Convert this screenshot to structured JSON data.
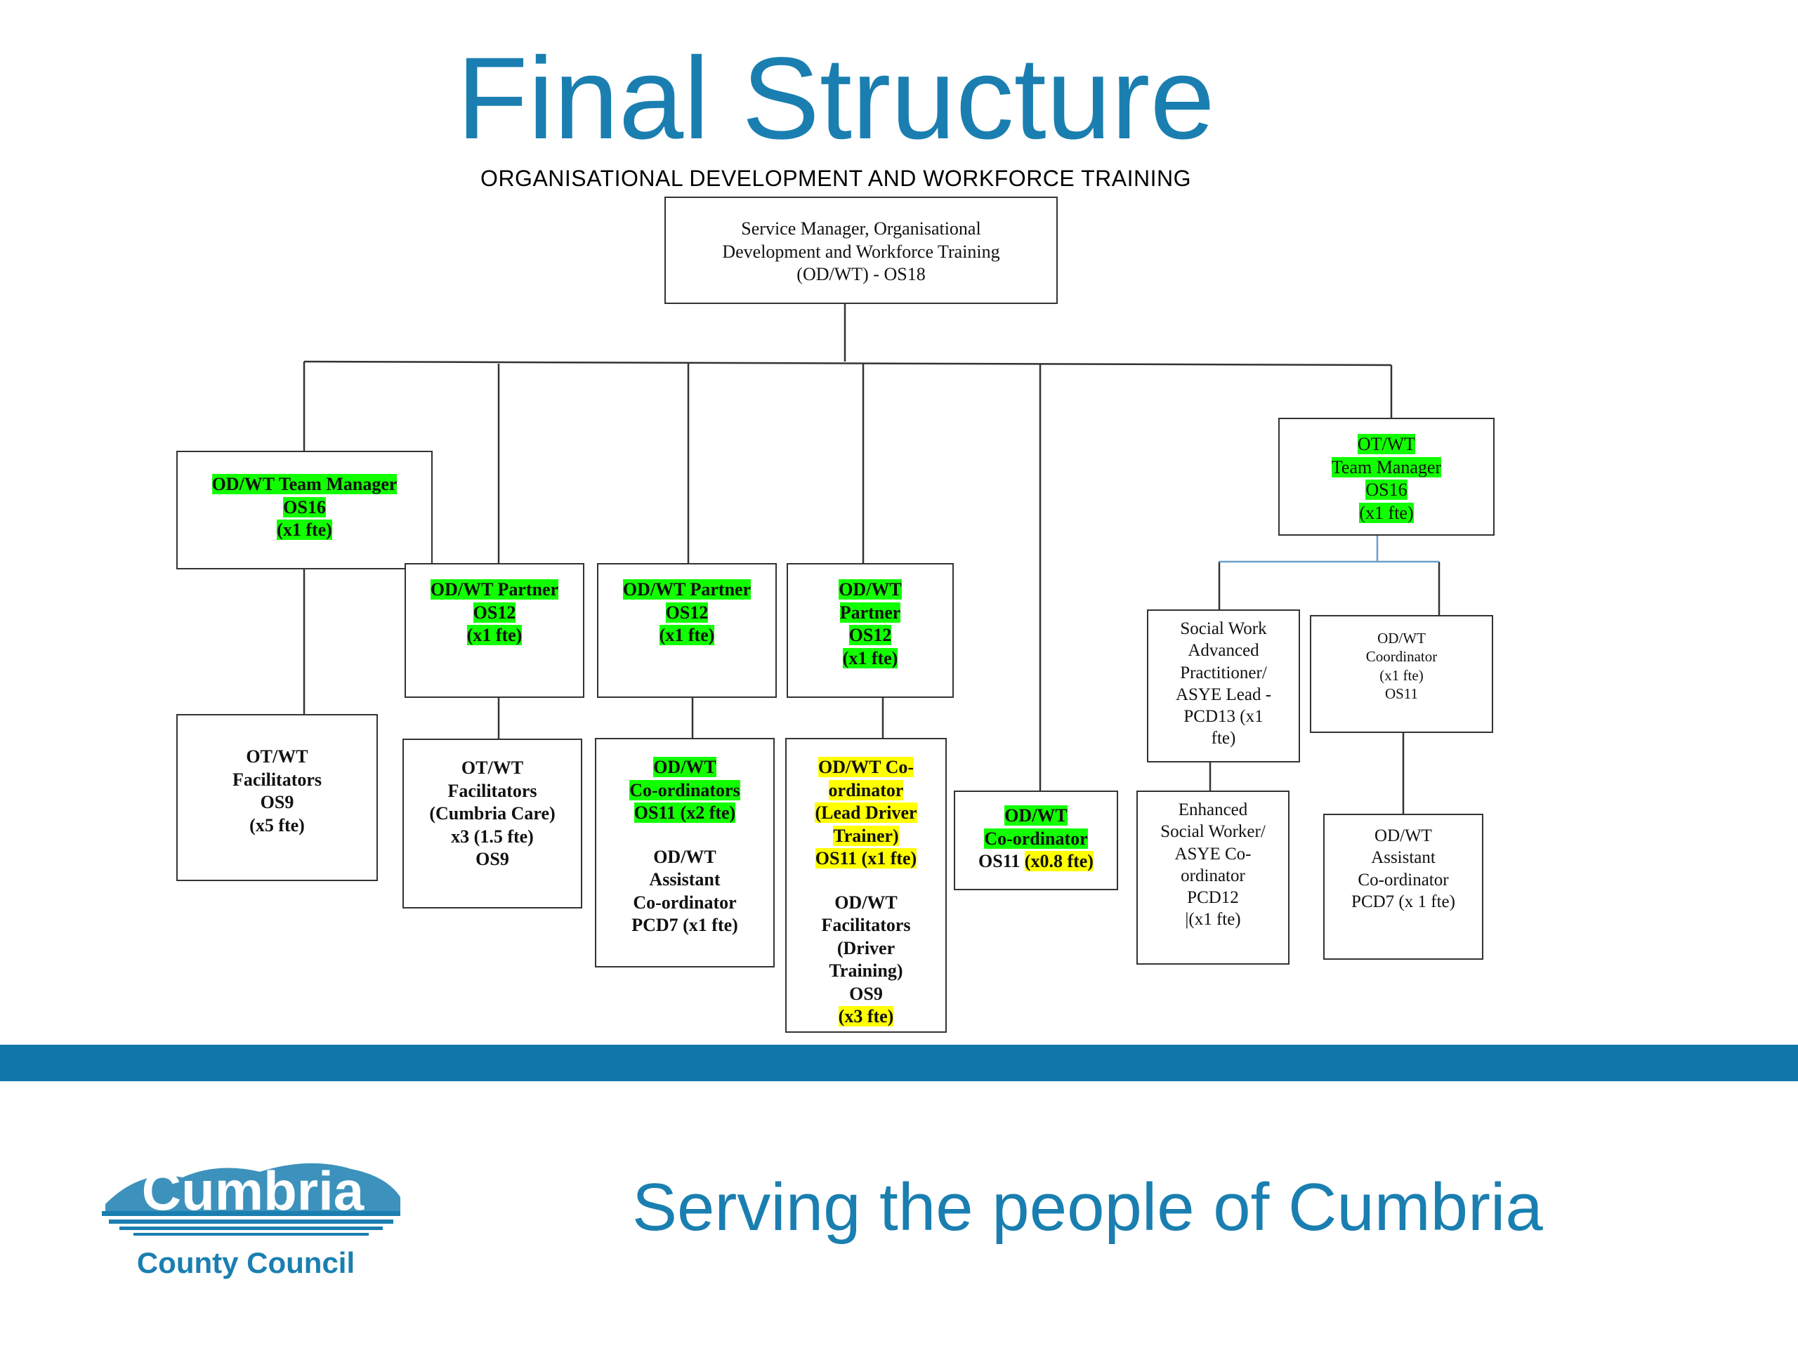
{
  "title": "Final Structure",
  "subtitle": "ORGANISATIONAL DEVELOPMENT AND WORKFORCE TRAINING",
  "colors": {
    "brand_blue": "#1a7fb0",
    "band_blue": "#1177a8",
    "highlight_green": "#11ff00",
    "highlight_yellow": "#ffff00"
  },
  "boxes": [
    {
      "id": "service-manager",
      "lines": [
        {
          "t": "Service Manager, Organisational"
        },
        {
          "t": "Development and Workforce Training"
        },
        {
          "t": "(OD/WT) - OS18"
        }
      ]
    },
    {
      "id": "team-manager-left",
      "lines": [
        {
          "t": "OD/WT Team Manager",
          "b": true,
          "h": "g"
        },
        {
          "t": "OS16",
          "b": true,
          "h": "g"
        },
        {
          "t": "(x1 fte)",
          "b": true,
          "h": "g"
        }
      ]
    },
    {
      "id": "partner-1",
      "lines": [
        {
          "t": "OD/WT Partner",
          "b": true,
          "h": "g"
        },
        {
          "t": "OS12",
          "b": true,
          "h": "g"
        },
        {
          "t": "(x1 fte)",
          "b": true,
          "h": "g"
        }
      ]
    },
    {
      "id": "partner-2",
      "lines": [
        {
          "t": "OD/WT  Partner",
          "b": true,
          "h": "g"
        },
        {
          "t": "OS12",
          "b": true,
          "h": "g"
        },
        {
          "t": "(x1 fte)",
          "b": true,
          "h": "g"
        }
      ]
    },
    {
      "id": "partner-3",
      "lines": [
        {
          "t": "OD/WT",
          "b": true,
          "h": "g"
        },
        {
          "t": "Partner",
          "b": true,
          "h": "g"
        },
        {
          "t": "OS12",
          "b": true,
          "h": "g"
        },
        {
          "t": "(x1 fte)",
          "b": true,
          "h": "g"
        }
      ]
    },
    {
      "id": "team-manager-right",
      "lines": [
        {
          "t": "OT/WT",
          "h": "g"
        },
        {
          "t": "Team Manager",
          "h": "g"
        },
        {
          "t": "OS16",
          "h": "g"
        },
        {
          "t": "(x1 fte)",
          "h": "g"
        }
      ]
    },
    {
      "id": "facilitators-1",
      "lines": [
        {
          "t": "OT/WT",
          "b": true
        },
        {
          "t": "Facilitators",
          "b": true
        },
        {
          "t": "OS9",
          "b": true
        },
        {
          "t": "(x5 fte)",
          "b": true
        }
      ]
    },
    {
      "id": "facilitators-2",
      "lines": [
        {
          "t": "OT/WT",
          "b": true
        },
        {
          "t": "Facilitators",
          "b": true
        },
        {
          "t": "(Cumbria Care)",
          "b": true
        },
        {
          "t": "x3 (1.5 fte)",
          "b": true
        },
        {
          "t": "OS9",
          "b": true
        }
      ]
    },
    {
      "id": "coordinators-group",
      "lines": [
        {
          "t": "OD/WT",
          "b": true,
          "h": "g"
        },
        {
          "t": "Co-ordinators",
          "b": true,
          "h": "g"
        },
        {
          "t": "OS11 (x2 fte)",
          "b": true,
          "h": "g"
        },
        {
          "gap": true
        },
        {
          "t": "OD/WT",
          "b": true
        },
        {
          "t": "Assistant",
          "b": true
        },
        {
          "t": "Co-ordinator",
          "b": true
        },
        {
          "t": "PCD7 (x1 fte)",
          "b": true
        }
      ]
    },
    {
      "id": "driver-group",
      "lines": [
        {
          "t": "OD/WT Co-",
          "b": true,
          "h": "y"
        },
        {
          "t": "ordinator",
          "b": true,
          "h": "y"
        },
        {
          "t": "(Lead Driver",
          "b": true,
          "h": "y"
        },
        {
          "t": "Trainer)",
          "b": true,
          "h": "y"
        },
        {
          "t": "OS11 (x1 fte)",
          "b": true,
          "h": "y"
        },
        {
          "gap": true
        },
        {
          "t": "OD/WT",
          "b": true
        },
        {
          "t": "Facilitators",
          "b": true
        },
        {
          "t": "(Driver",
          "b": true
        },
        {
          "t": "Training)",
          "b": true
        },
        {
          "t": "OS9",
          "b": true
        },
        {
          "t": "(x3 fte)",
          "b": true,
          "h": "y"
        }
      ]
    },
    {
      "id": "coordinator-single",
      "lines": [
        {
          "t": "OD/WT",
          "b": true,
          "h": "g"
        },
        {
          "t": "Co-ordinator",
          "b": true,
          "h": "g"
        },
        {
          "t": "OS11 ",
          "b": true,
          "h": "",
          "tail": "(x0.8 fte)",
          "tailh": "y"
        }
      ]
    },
    {
      "id": "social-work-advanced",
      "lines": [
        {
          "t": "Social Work"
        },
        {
          "t": "Advanced"
        },
        {
          "t": "Practitioner/"
        },
        {
          "t": "ASYE Lead -"
        },
        {
          "t": "PCD13 (x1"
        },
        {
          "t": "fte)"
        }
      ]
    },
    {
      "id": "coordinator-right",
      "lines": [
        {
          "t": "OD/WT"
        },
        {
          "t": "Coordinator"
        },
        {
          "t": "(x1 fte)"
        },
        {
          "t": "OS11"
        }
      ]
    },
    {
      "id": "enhanced-social-worker",
      "lines": [
        {
          "t": "Enhanced"
        },
        {
          "t": "Social Worker/"
        },
        {
          "t": "ASYE Co-"
        },
        {
          "t": "ordinator"
        },
        {
          "t": "PCD12"
        },
        {
          "t": "|(x1 fte)"
        }
      ]
    },
    {
      "id": "assistant-coordinator-right",
      "lines": [
        {
          "t": "OD/WT"
        },
        {
          "t": "Assistant"
        },
        {
          "t": "Co-ordinator"
        },
        {
          "t": "PCD7 (x 1 fte)"
        }
      ]
    }
  ],
  "tagline": "Serving the people of Cumbria",
  "logo": {
    "line1": "Cumbria",
    "line2": "County Council"
  }
}
